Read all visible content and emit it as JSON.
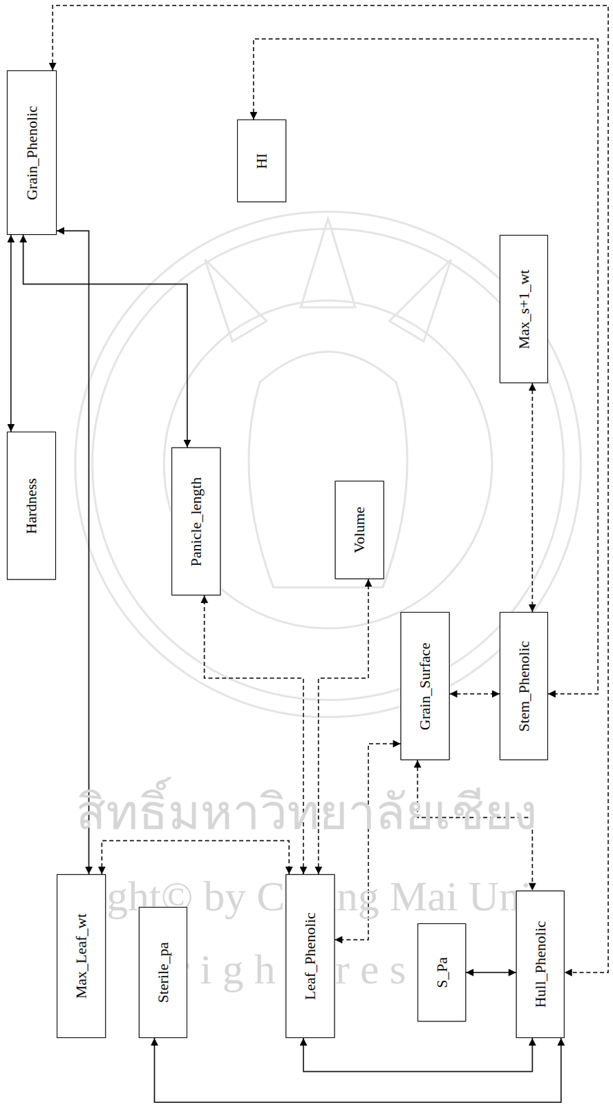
{
  "diagram": {
    "nodes": [
      {
        "text": [
          "Grain_Phenolic"
        ]
      },
      {
        "text": [
          "HI"
        ]
      },
      {
        "text": [
          "Max_s+1_wt"
        ]
      },
      {
        "text": [
          "Hardness"
        ]
      },
      {
        "text": [
          "Panicle_length"
        ]
      },
      {
        "text": [
          "Volume"
        ]
      },
      {
        "text": [
          "Grain_Surface"
        ]
      },
      {
        "text": [
          "Stem_Phenolic"
        ]
      },
      {
        "text": [
          "Max_Leaf_wt"
        ]
      },
      {
        "text": [
          "Sterile_pa"
        ]
      },
      {
        "text": [
          "Leaf_Phenolic"
        ]
      },
      {
        "text": [
          "S_Pa"
        ]
      },
      {
        "text": [
          "Hull_Phenolic"
        ]
      }
    ],
    "edges": [
      {
        "from": 0,
        "to": 3,
        "arrow": "both"
      },
      {
        "from": 0,
        "to": 4,
        "arrow": "both"
      },
      {
        "from": 0,
        "to": 8,
        "arrow": "both"
      },
      {
        "from": 0,
        "to": 12,
        "arrow": "both"
      },
      {
        "from": 1,
        "to": 7,
        "arrow": "both"
      },
      {
        "from": 2,
        "to": 7,
        "arrow": "both"
      },
      {
        "from": 6,
        "to": 7,
        "arrow": "both"
      },
      {
        "from": 6,
        "to": 12,
        "arrow": "both"
      },
      {
        "from": 6,
        "to": 10,
        "arrow": "both"
      },
      {
        "from": 10,
        "to": 4,
        "arrow": "both"
      },
      {
        "from": 10,
        "to": 5,
        "arrow": "both"
      },
      {
        "from": 8,
        "to": 10,
        "arrow": "both"
      },
      {
        "from": 11,
        "to": 12,
        "arrow": "both"
      },
      {
        "from": 10,
        "to": 12,
        "arrow": "both"
      },
      {
        "from": 9,
        "to": 12,
        "arrow": "both"
      }
    ],
    "labels": [
      "สิทธิ์มหาวิทยาลัยเชียง",
      "yright© by Chiang Mai Univ",
      "l r i g h t s r e s e r"
    ]
  }
}
